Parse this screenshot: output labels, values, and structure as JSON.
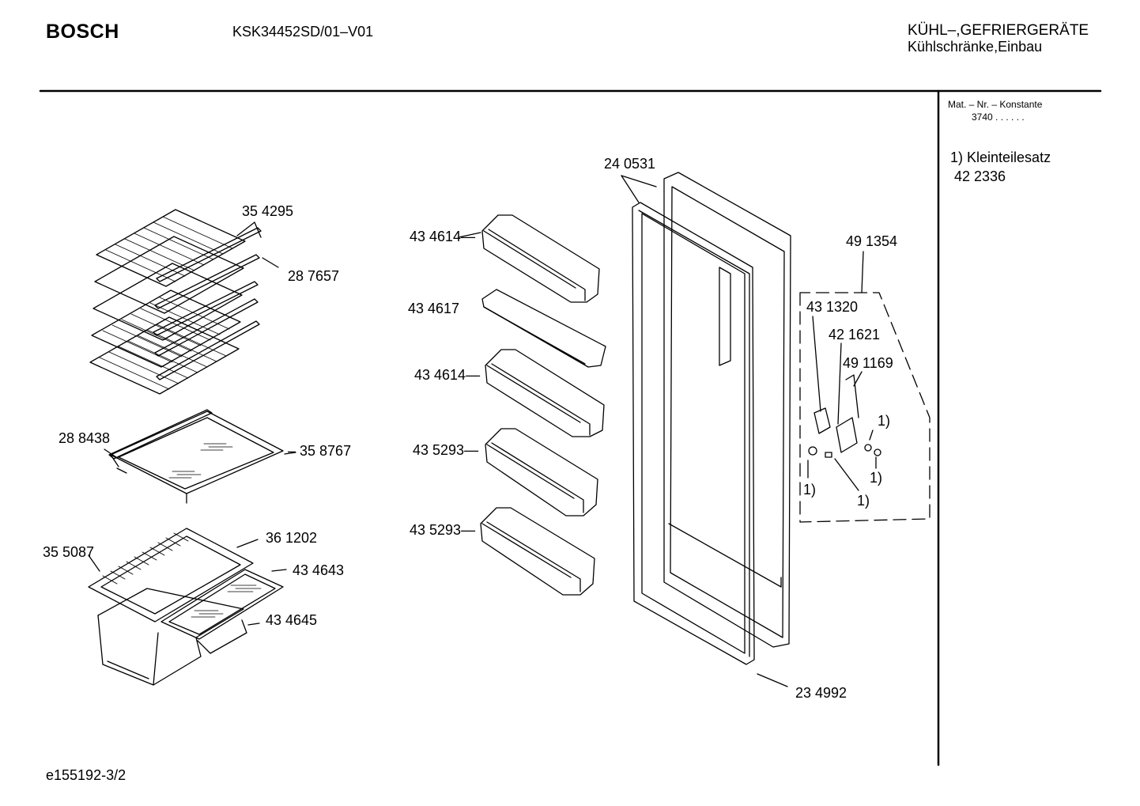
{
  "header": {
    "brand": "BOSCH",
    "model": "KSK34452SD/01–V01",
    "category_line1": "KÜHL–,GEFRIERGERÄTE",
    "category_line2": "Kühlschränke,Einbau"
  },
  "sidebar": {
    "mat_label": "Mat. – Nr. – Konstante",
    "mat_value": "3740  .  .  .  .  .  .",
    "note_line1": "1) Kleinteilesatz",
    "note_line2": "42 2336"
  },
  "footer": {
    "drawing_id": "e155192-3/2"
  },
  "parts": [
    {
      "id": "p354295",
      "label": "35 4295"
    },
    {
      "id": "p287657",
      "label": "28 7657"
    },
    {
      "id": "p288438",
      "label": "28 8438"
    },
    {
      "id": "p358767",
      "label": "– 35 8767"
    },
    {
      "id": "p355087",
      "label": "35 5087"
    },
    {
      "id": "p361202",
      "label": "36 1202"
    },
    {
      "id": "p434643",
      "label": "43 4643"
    },
    {
      "id": "p434645",
      "label": "43 4645"
    },
    {
      "id": "p434614a",
      "label": "43 4614—"
    },
    {
      "id": "p434617",
      "label": "43 4617"
    },
    {
      "id": "p434614b",
      "label": "43 4614—"
    },
    {
      "id": "p435293a",
      "label": "43 5293—"
    },
    {
      "id": "p435293b",
      "label": "43 5293—"
    },
    {
      "id": "p240531",
      "label": "24 0531"
    },
    {
      "id": "p234992",
      "label": "23 4992"
    },
    {
      "id": "p491354",
      "label": "49 1354"
    },
    {
      "id": "p431320",
      "label": "43 1320"
    },
    {
      "id": "p421621",
      "label": "42 1621"
    },
    {
      "id": "p491169",
      "label": "49 1169"
    },
    {
      "id": "n1a",
      "label": "1)"
    },
    {
      "id": "n1b",
      "label": "1)"
    },
    {
      "id": "n1c",
      "label": "1)"
    },
    {
      "id": "n1d",
      "label": "1)"
    }
  ]
}
